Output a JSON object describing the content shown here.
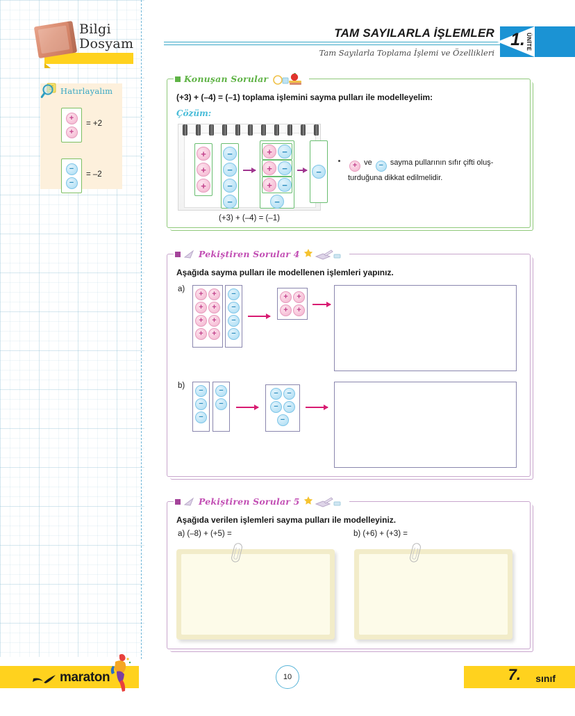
{
  "sidebar": {
    "brand_title_line1": "Bilgi",
    "brand_title_line2": "Dosyam",
    "recall_label": "Hatırlayalım",
    "recall_items": [
      {
        "sign": "+",
        "count": 2,
        "value": "= +2"
      },
      {
        "sign": "−",
        "count": 2,
        "value": "= –2"
      }
    ]
  },
  "header": {
    "title": "TAM SAYILARLA İŞLEMLER",
    "subtitle": "Tam Sayılarla Toplama İşlemi ve Özellikleri",
    "unit_number": "1.",
    "unit_word": "ÜNİTE",
    "accent_blue": "#1b93d4",
    "rule_color": "#3aa8c8"
  },
  "sections": [
    {
      "id": "konusan-sorular",
      "tab_label": "Konuşan Sorular",
      "color": "#5fb346",
      "prompt": "(+3) + (–4) = (–1) toplama işlemini sayma pulları ile modelleyelim:",
      "solution_label": "Çözüm:",
      "model_caption": "(+3) + (–4) = (–1)",
      "note_prefix": "ve",
      "note_text": "sayma pullarının sıfır çifti oluş-",
      "note_text2": "turduğuna dikkat edilmelidir.",
      "spiral_count": 11
    },
    {
      "id": "pekistiren-sorular-4",
      "tab_label": "Pekiştiren Sorular 4",
      "color": "#c24fb4",
      "prompt": "Aşağıda sayma pulları ile modellenen işlemleri yapınız.",
      "items": [
        {
          "label": "a)",
          "group1_sign": "+",
          "group1_count": 8,
          "group2_sign": "−",
          "group2_count": 4,
          "result_sign": "+",
          "result_count": 4
        },
        {
          "label": "b)",
          "group1_sign": "−",
          "group1_count": 3,
          "group2_sign": "−",
          "group2_count": 2,
          "result_sign": "−",
          "result_count": 5
        }
      ]
    },
    {
      "id": "pekistiren-sorular-5",
      "tab_label": "Pekiştiren Sorular 5",
      "color": "#c24fb4",
      "prompt": "Aşağıda verilen işlemleri sayma pulları ile modelleyiniz.",
      "items": [
        {
          "label": "a) (–8) + (+5) ="
        },
        {
          "label": "b) (+6) + (+3) ="
        }
      ]
    }
  ],
  "footer": {
    "brand": "maraton",
    "page_number": "10",
    "grade_number": "7.",
    "grade_word": "sınıf",
    "band_color": "#ffd21e"
  }
}
